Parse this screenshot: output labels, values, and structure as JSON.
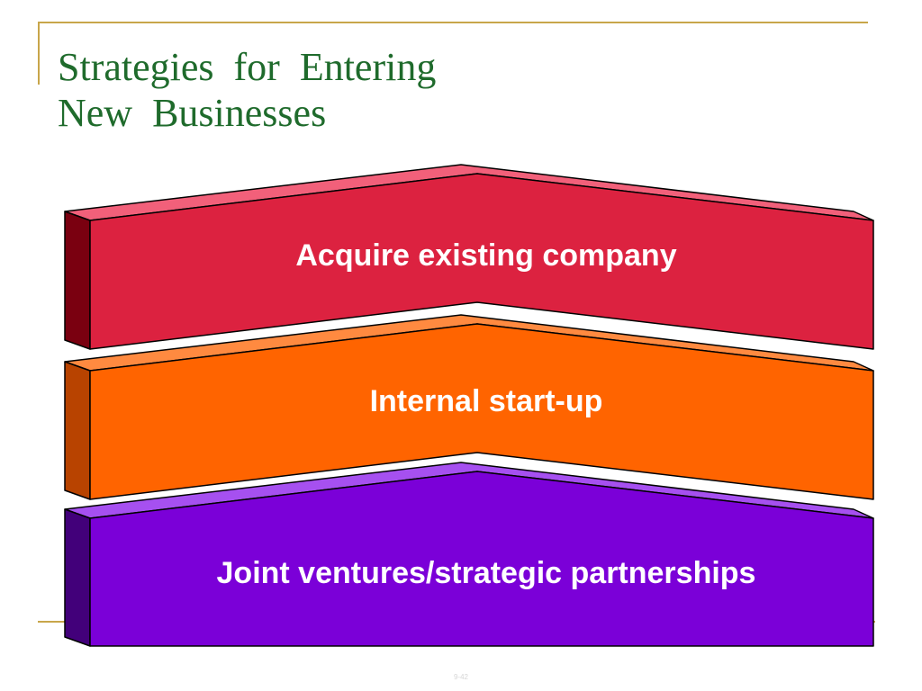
{
  "title": {
    "line1": "Strategies  for  Entering",
    "line2": "New  Businesses"
  },
  "colors": {
    "title": "#1f6b2c",
    "frame": "#c8a64a",
    "label": "#ffffff"
  },
  "strategies": [
    {
      "label": "Acquire existing company",
      "front": "#dc2240",
      "top": "#f2607a",
      "side": "#7a0010"
    },
    {
      "label": "Internal start-up",
      "front": "#ff6400",
      "top": "#ff8a40",
      "side": "#b84300"
    },
    {
      "label": "Joint ventures/strategic partnerships",
      "front": "#7b00d8",
      "top": "#a650f0",
      "side": "#42007a"
    }
  ],
  "footer": {
    "slide_number": "9-42"
  }
}
